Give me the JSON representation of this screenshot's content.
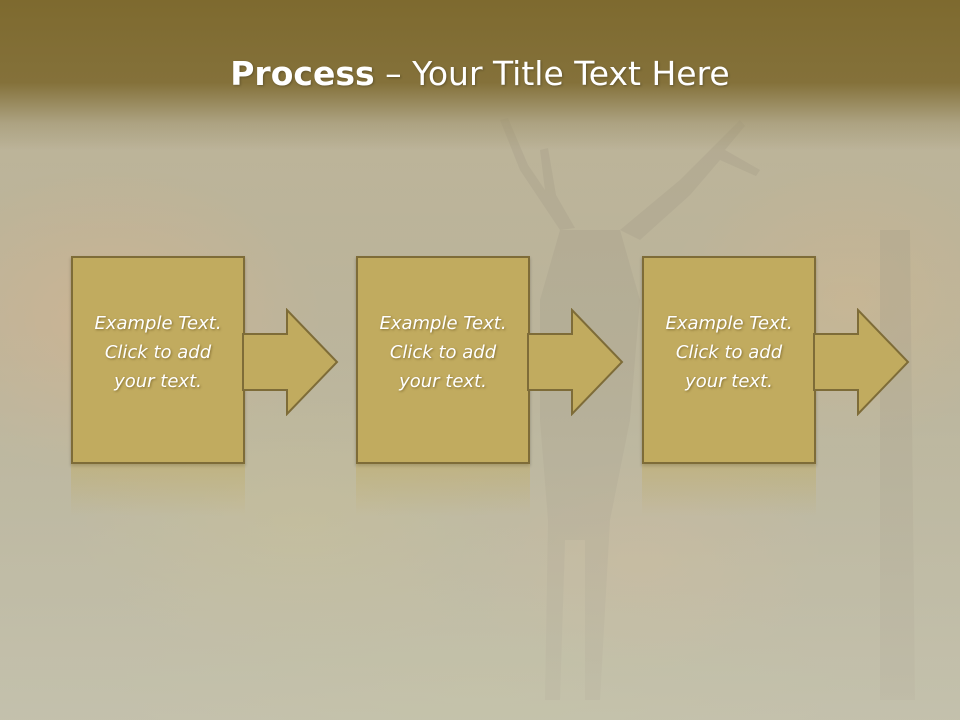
{
  "slide": {
    "title_strong": "Process",
    "title_rest": " – Your Title Text Here"
  },
  "steps": [
    {
      "line1": "Example Text.",
      "line2": "Click  to add",
      "line3": "your text."
    },
    {
      "line1": "Example Text.",
      "line2": "Click  to add",
      "line3": "your text."
    },
    {
      "line1": "Example Text.",
      "line2": "Click  to add",
      "line3": "your text."
    }
  ],
  "colors": {
    "header": "#84713a",
    "box_fill": "#c1ab5f",
    "box_border": "#7e6c38",
    "text": "#ffffff"
  }
}
